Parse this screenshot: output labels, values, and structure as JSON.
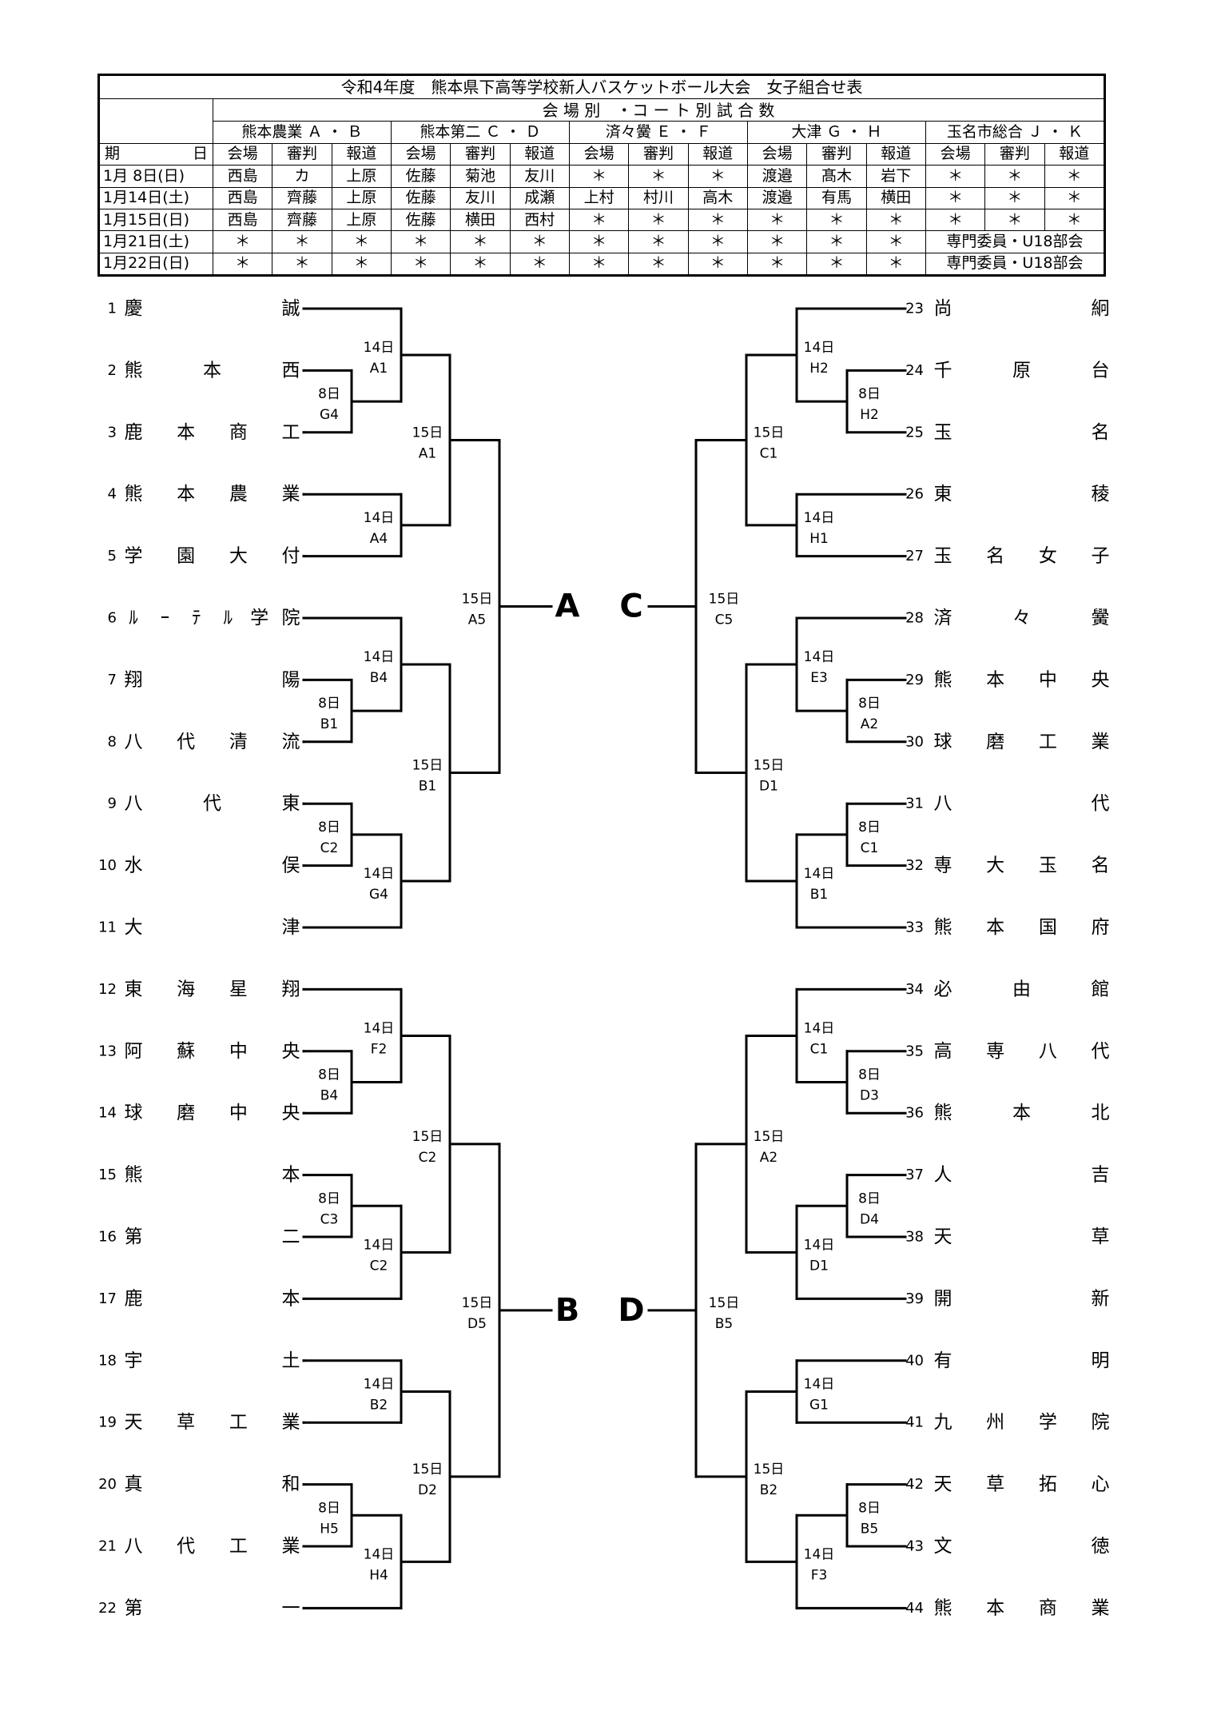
{
  "title": "令和4年度　熊本県下高等学校新人バスケットボール大会　女子組合せ表",
  "table": {
    "subtitle": "会 場 別　・コ ー ト 別 試 合 数",
    "venues": [
      "熊本農業 Ａ ・ Ｂ",
      "熊本第二 Ｃ ・ Ｄ",
      "済々黌 Ｅ ・ Ｆ",
      "大津 Ｇ ・ Ｈ",
      "玉名市総合 Ｊ ・ Ｋ"
    ],
    "date_header": "期　　日",
    "col_headers": [
      "会場",
      "審判",
      "報道"
    ],
    "rows": [
      {
        "date": "1月 8日(日)",
        "cells": [
          "西島",
          "カ",
          "上原",
          "佐藤",
          "菊池",
          "友川",
          "＊",
          "＊",
          "＊",
          "渡邉",
          "髙木",
          "岩下",
          "＊",
          "＊",
          "＊"
        ]
      },
      {
        "date": "1月14日(土)",
        "cells": [
          "西島",
          "齊藤",
          "上原",
          "佐藤",
          "友川",
          "成瀬",
          "上村",
          "村川",
          "高木",
          "渡邉",
          "有馬",
          "横田",
          "＊",
          "＊",
          "＊"
        ]
      },
      {
        "date": "1月15日(日)",
        "cells": [
          "西島",
          "齊藤",
          "上原",
          "佐藤",
          "横田",
          "西村",
          "＊",
          "＊",
          "＊",
          "＊",
          "＊",
          "＊",
          "＊",
          "＊",
          "＊"
        ]
      },
      {
        "date": "1月21日(土)",
        "cells": [
          "＊",
          "＊",
          "＊",
          "＊",
          "＊",
          "＊",
          "＊",
          "＊",
          "＊",
          "＊",
          "＊",
          "＊"
        ],
        "note": "専門委員・U18部会"
      },
      {
        "date": "1月22日(日)",
        "cells": [
          "＊",
          "＊",
          "＊",
          "＊",
          "＊",
          "＊",
          "＊",
          "＊",
          "＊",
          "＊",
          "＊",
          "＊"
        ],
        "note": "専門委員・U18部会"
      }
    ]
  },
  "teams_left": [
    {
      "num": "1",
      "name": [
        "慶",
        "",
        "",
        "誠"
      ]
    },
    {
      "num": "2",
      "name": [
        "熊",
        "本",
        "西"
      ]
    },
    {
      "num": "3",
      "name": [
        "鹿",
        "本",
        "商",
        "工"
      ]
    },
    {
      "num": "4",
      "name": [
        "熊",
        "本",
        "農",
        "業"
      ]
    },
    {
      "num": "5",
      "name": [
        "学",
        "園",
        "大",
        "付"
      ]
    },
    {
      "num": "6",
      "name": [
        "ﾙ",
        "ｰ",
        "ﾃ",
        "ﾙ",
        "学",
        "院"
      ]
    },
    {
      "num": "7",
      "name": [
        "翔",
        "",
        "",
        "陽"
      ]
    },
    {
      "num": "8",
      "name": [
        "八",
        "代",
        "清",
        "流"
      ]
    },
    {
      "num": "9",
      "name": [
        "八",
        "代",
        "東"
      ]
    },
    {
      "num": "10",
      "name": [
        "水",
        "",
        "",
        "俣"
      ]
    },
    {
      "num": "11",
      "name": [
        "大",
        "",
        "",
        "津"
      ]
    },
    {
      "num": "12",
      "name": [
        "東",
        "海",
        "星",
        "翔"
      ]
    },
    {
      "num": "13",
      "name": [
        "阿",
        "蘇",
        "中",
        "央"
      ]
    },
    {
      "num": "14",
      "name": [
        "球",
        "磨",
        "中",
        "央"
      ]
    },
    {
      "num": "15",
      "name": [
        "熊",
        "",
        "",
        "本"
      ]
    },
    {
      "num": "16",
      "name": [
        "第",
        "",
        "",
        "二"
      ]
    },
    {
      "num": "17",
      "name": [
        "鹿",
        "",
        "",
        "本"
      ]
    },
    {
      "num": "18",
      "name": [
        "宇",
        "",
        "",
        "土"
      ]
    },
    {
      "num": "19",
      "name": [
        "天",
        "草",
        "工",
        "業"
      ]
    },
    {
      "num": "20",
      "name": [
        "真",
        "",
        "",
        "和"
      ]
    },
    {
      "num": "21",
      "name": [
        "八",
        "代",
        "工",
        "業"
      ]
    },
    {
      "num": "22",
      "name": [
        "第",
        "",
        "",
        "一"
      ]
    }
  ],
  "teams_right": [
    {
      "num": "23",
      "name": [
        "尚",
        "",
        "",
        "絅"
      ]
    },
    {
      "num": "24",
      "name": [
        "千",
        "原",
        "台"
      ]
    },
    {
      "num": "25",
      "name": [
        "玉",
        "",
        "",
        "名"
      ]
    },
    {
      "num": "26",
      "name": [
        "東",
        "",
        "",
        "稜"
      ]
    },
    {
      "num": "27",
      "name": [
        "玉",
        "名",
        "女",
        "子"
      ]
    },
    {
      "num": "28",
      "name": [
        "済",
        "々",
        "黌"
      ]
    },
    {
      "num": "29",
      "name": [
        "熊",
        "本",
        "中",
        "央"
      ]
    },
    {
      "num": "30",
      "name": [
        "球",
        "磨",
        "工",
        "業"
      ]
    },
    {
      "num": "31",
      "name": [
        "八",
        "",
        "",
        "代"
      ]
    },
    {
      "num": "32",
      "name": [
        "専",
        "大",
        "玉",
        "名"
      ]
    },
    {
      "num": "33",
      "name": [
        "熊",
        "本",
        "国",
        "府"
      ]
    },
    {
      "num": "34",
      "name": [
        "必",
        "由",
        "館"
      ]
    },
    {
      "num": "35",
      "name": [
        "高",
        "専",
        "八",
        "代"
      ]
    },
    {
      "num": "36",
      "name": [
        "熊",
        "本",
        "北"
      ]
    },
    {
      "num": "37",
      "name": [
        "人",
        "",
        "",
        "吉"
      ]
    },
    {
      "num": "38",
      "name": [
        "天",
        "",
        "",
        "草"
      ]
    },
    {
      "num": "39",
      "name": [
        "開",
        "",
        "",
        "新"
      ]
    },
    {
      "num": "40",
      "name": [
        "有",
        "",
        "",
        "明"
      ]
    },
    {
      "num": "41",
      "name": [
        "九",
        "州",
        "学",
        "院"
      ]
    },
    {
      "num": "42",
      "name": [
        "天",
        "草",
        "拓",
        "心"
      ]
    },
    {
      "num": "43",
      "name": [
        "文",
        "",
        "",
        "徳"
      ]
    },
    {
      "num": "44",
      "name": [
        "熊",
        "本",
        "商",
        "業"
      ]
    }
  ],
  "matches_left_top": [
    {
      "day": "8日",
      "court": "G4"
    },
    {
      "day": "14日",
      "court": "A1"
    },
    {
      "day": "14日",
      "court": "A4"
    },
    {
      "day": "15日",
      "court": "A1"
    },
    {
      "day": "8日",
      "court": "B1"
    },
    {
      "day": "14日",
      "court": "B4"
    },
    {
      "day": "8日",
      "court": "C2"
    },
    {
      "day": "14日",
      "court": "G4"
    },
    {
      "day": "15日",
      "court": "B1"
    },
    {
      "day": "15日",
      "court": "A5"
    }
  ],
  "matches_right_top": [
    {
      "day": "8日",
      "court": "H2"
    },
    {
      "day": "14日",
      "court": "H2"
    },
    {
      "day": "14日",
      "court": "H1"
    },
    {
      "day": "15日",
      "court": "C1"
    },
    {
      "day": "8日",
      "court": "A2"
    },
    {
      "day": "14日",
      "court": "E3"
    },
    {
      "day": "8日",
      "court": "C1"
    },
    {
      "day": "14日",
      "court": "B1"
    },
    {
      "day": "15日",
      "court": "D1"
    },
    {
      "day": "15日",
      "court": "C5"
    }
  ],
  "matches_left_bottom": [
    {
      "day": "8日",
      "court": "B4"
    },
    {
      "day": "14日",
      "court": "F2"
    },
    {
      "day": "8日",
      "court": "C3"
    },
    {
      "day": "14日",
      "court": "C2"
    },
    {
      "day": "15日",
      "court": "C2"
    },
    {
      "day": "14日",
      "court": "B2"
    },
    {
      "day": "8日",
      "court": "H5"
    },
    {
      "day": "14日",
      "court": "H4"
    },
    {
      "day": "15日",
      "court": "D2"
    },
    {
      "day": "15日",
      "court": "D5"
    }
  ],
  "matches_right_bottom": [
    {
      "day": "8日",
      "court": "D3"
    },
    {
      "day": "14日",
      "court": "C1"
    },
    {
      "day": "8日",
      "court": "D4"
    },
    {
      "day": "14日",
      "court": "D1"
    },
    {
      "day": "15日",
      "court": "A2"
    },
    {
      "day": "14日",
      "court": "G1"
    },
    {
      "day": "8日",
      "court": "B5"
    },
    {
      "day": "14日",
      "court": "F3"
    },
    {
      "day": "15日",
      "court": "B2"
    },
    {
      "day": "15日",
      "court": "B5"
    }
  ],
  "block_letters": [
    "A",
    "C",
    "B",
    "D"
  ]
}
